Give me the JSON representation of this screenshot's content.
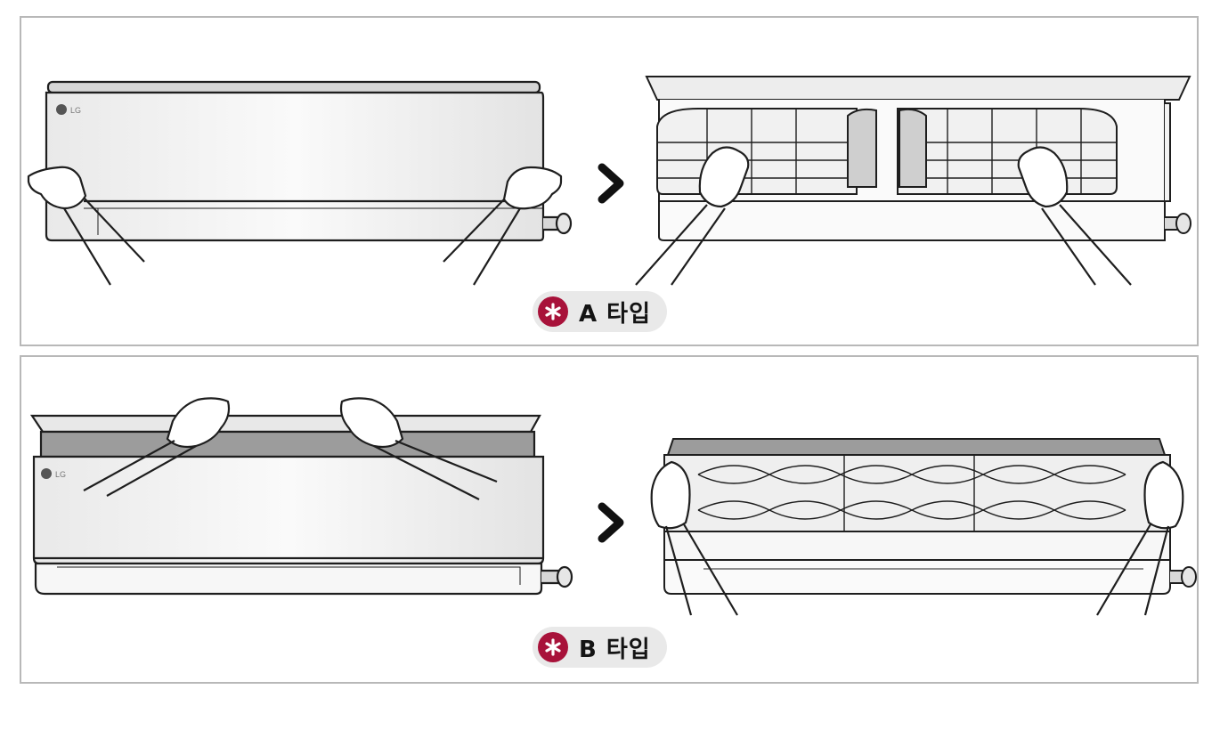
{
  "panels": [
    {
      "id": "a",
      "label": "A 타입",
      "brand": "LG"
    },
    {
      "id": "b",
      "label": "B 타입",
      "brand": "LG"
    }
  ],
  "colors": {
    "badge_accent": "#a8123a",
    "badge_bg": "#e9e9e9",
    "line": "#1e1e1e",
    "panel_border": "#b8b8b8"
  },
  "icons": {
    "step_arrow": "chevron-right-icon",
    "badge": "asterisk-icon"
  }
}
